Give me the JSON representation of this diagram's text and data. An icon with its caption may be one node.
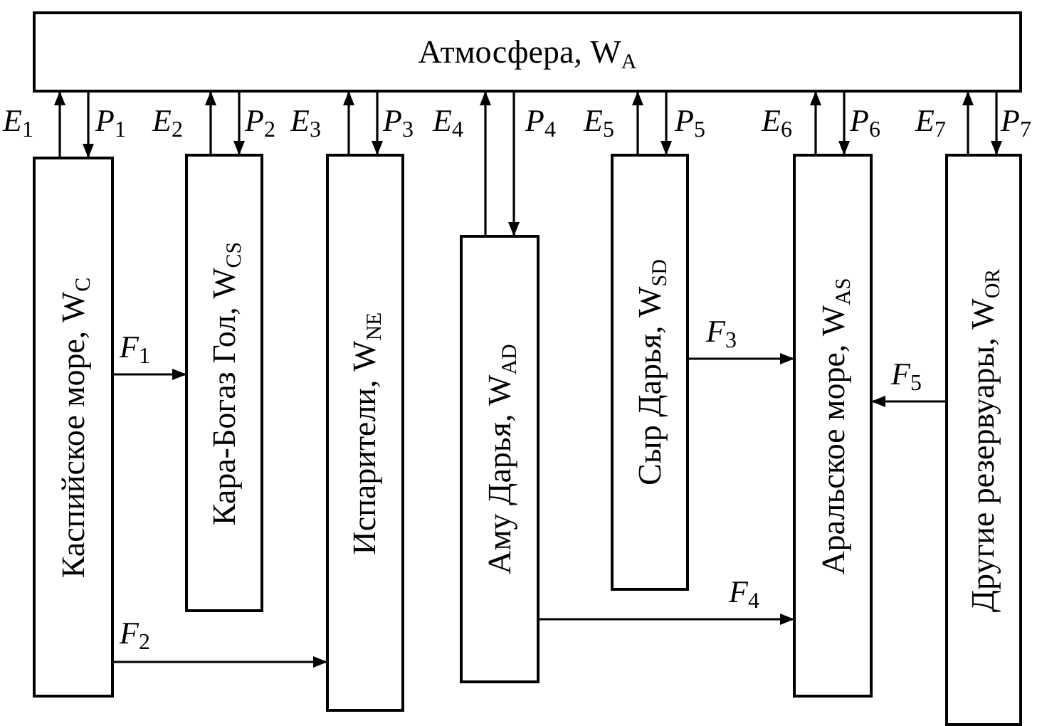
{
  "diagram": {
    "nodes": [
      {
        "text": [
          "Атмосфера, W$_{A}$"
        ]
      },
      {
        "text": [
          "Каспийское море, W$_{C}$"
        ]
      },
      {
        "text": [
          "Кара-Богаз Гол, W$_{CS}$"
        ]
      },
      {
        "text": [
          "Испарители, W$_{NE}$"
        ]
      },
      {
        "text": [
          "Аму Дарья, W$_{AD}$"
        ]
      },
      {
        "text": [
          "Сыр Дарья, W$_{SD}$"
        ]
      },
      {
        "text": [
          "Аральское море, W$_{AS}$"
        ]
      },
      {
        "text": [
          "Другие резервуары, W$_{OR}$"
        ]
      }
    ],
    "edges": [
      {
        "from": 1,
        "to": 0,
        "arrow": "to",
        "label": "*E*$_{1}$"
      },
      {
        "from": 0,
        "to": 1,
        "arrow": "to",
        "label": "*P*$_{1}$"
      },
      {
        "from": 2,
        "to": 0,
        "arrow": "to",
        "label": "*E*$_{2}$"
      },
      {
        "from": 0,
        "to": 2,
        "arrow": "to",
        "label": "*P*$_{2}$"
      },
      {
        "from": 3,
        "to": 0,
        "arrow": "to",
        "label": "*E*$_{3}$"
      },
      {
        "from": 0,
        "to": 3,
        "arrow": "to",
        "label": "*P*$_{3}$"
      },
      {
        "from": 4,
        "to": 0,
        "arrow": "to",
        "label": "*E*$_{4}$"
      },
      {
        "from": 0,
        "to": 4,
        "arrow": "to",
        "label": "*P*$_{4}$"
      },
      {
        "from": 5,
        "to": 0,
        "arrow": "to",
        "label": "*E*$_{5}$"
      },
      {
        "from": 0,
        "to": 5,
        "arrow": "to",
        "label": "*P*$_{5}$"
      },
      {
        "from": 6,
        "to": 0,
        "arrow": "to",
        "label": "*E*$_{6}$"
      },
      {
        "from": 0,
        "to": 6,
        "arrow": "to",
        "label": "*P*$_{6}$"
      },
      {
        "from": 7,
        "to": 0,
        "arrow": "to",
        "label": "*E*$_{7}$"
      },
      {
        "from": 0,
        "to": 7,
        "arrow": "to",
        "label": "*P*$_{7}$"
      },
      {
        "from": 1,
        "to": 2,
        "arrow": "to",
        "label": "*F*$_{1}$"
      },
      {
        "from": 1,
        "to": 3,
        "arrow": "to",
        "label": "*F*$_{2}$"
      },
      {
        "from": 5,
        "to": 6,
        "arrow": "to",
        "label": "*F*$_{3}$"
      },
      {
        "from": 4,
        "to": 6,
        "arrow": "to",
        "label": "*F*$_{4}$"
      },
      {
        "from": 7,
        "to": 6,
        "arrow": "to",
        "label": "*F*$_{5}$"
      }
    ]
  }
}
